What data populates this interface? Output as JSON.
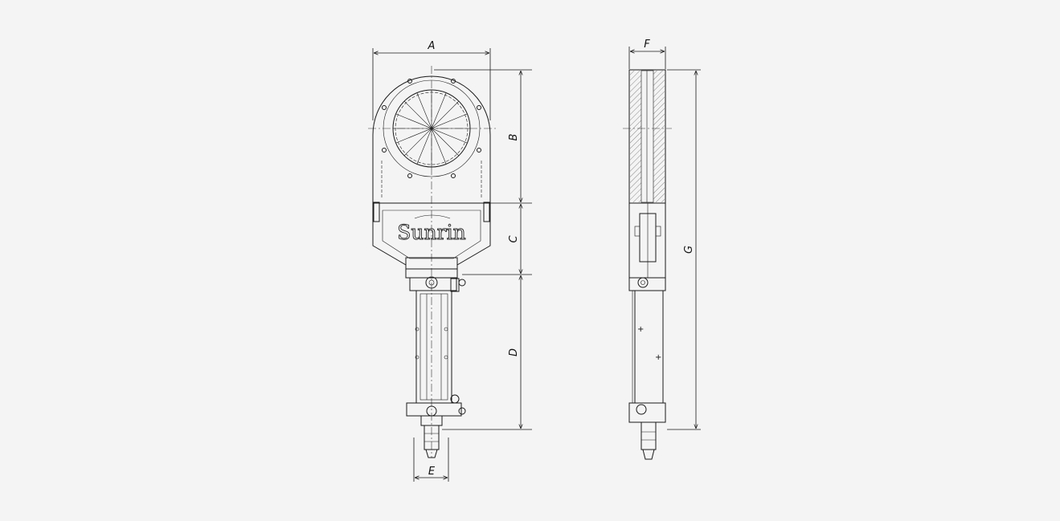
{
  "front_view": {
    "brand": "Sunrin",
    "dimensions": {
      "a": "A",
      "b": "B",
      "c": "C",
      "d": "D",
      "e": "E"
    }
  },
  "side_view": {
    "dimensions": {
      "f": "F",
      "g": "G"
    }
  },
  "colors": {
    "background": "#f4f4f4",
    "line": "#1a1a1a"
  }
}
